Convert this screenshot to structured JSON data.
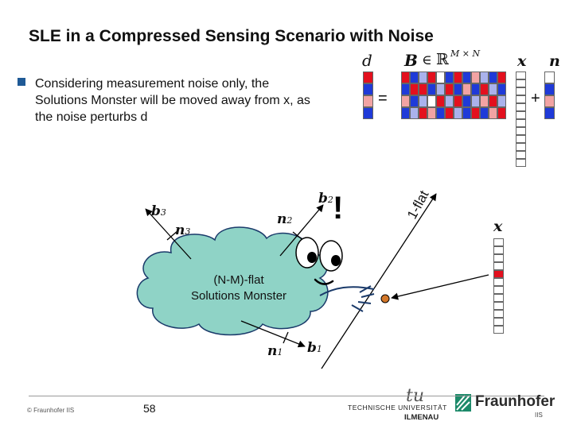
{
  "slide": {
    "title": "SLE in a Compressed Sensing Scenario with Noise",
    "bullet": "Considering measurement noise only, the Solutions Monster will be moved away from x, as the noise perturbs d",
    "page_number": "58",
    "copyright": "© Fraunhofer IIS"
  },
  "equation": {
    "d": "d",
    "equals": "=",
    "B": "B",
    "in": "∈",
    "R": "ℝ",
    "sup": "M × N",
    "dot": "·",
    "x": "x",
    "plus": "+",
    "n": "n"
  },
  "figure": {
    "b1": "b",
    "b1_sub": "1",
    "b2": "b",
    "b2_sub": "2",
    "b3": "b",
    "b3_sub": "3",
    "n1": "n",
    "n1_sub": "1",
    "n2": "n",
    "n2_sub": "2",
    "n3": "n",
    "n3_sub": "3",
    "x": "x",
    "exclamation": "!",
    "flat_label": "1-flat",
    "monster_line1": "(N-M)-flat",
    "monster_line2": "Solutions Monster"
  },
  "logos": {
    "tu_line1": "TECHNISCHE UNIVERSITÄT",
    "tu_line2": "ILMENAU",
    "fraunhofer": "Fraunhofer",
    "fraunhofer_sub": "IIS"
  },
  "colors": {
    "red": "#e3101e",
    "blue": "#1f3ad8",
    "light_red": "#f2a3a3",
    "light_blue": "#aab2ec",
    "cloud": "#8fd3c6",
    "accent": "#1f5a96",
    "fraunhofer_green": "#1d8a6a"
  },
  "matrices": {
    "d_column": [
      "red",
      "blue",
      "light_red",
      "blue"
    ],
    "B_rows": [
      [
        "red",
        "blue",
        "light_blue",
        "red",
        "white",
        "blue",
        "red",
        "blue",
        "light_red",
        "light_blue",
        "blue",
        "red"
      ],
      [
        "blue",
        "red",
        "red",
        "blue",
        "light_blue",
        "red",
        "blue",
        "light_red",
        "blue",
        "red",
        "light_blue",
        "blue"
      ],
      [
        "light_red",
        "blue",
        "light_blue",
        "white",
        "red",
        "light_blue",
        "red",
        "blue",
        "light_blue",
        "light_red",
        "red",
        "light_blue"
      ],
      [
        "blue",
        "light_blue",
        "red",
        "light_red",
        "blue",
        "red",
        "light_blue",
        "blue",
        "red",
        "blue",
        "light_red",
        "red"
      ]
    ],
    "x_top": [
      "white",
      "white",
      "white",
      "white",
      "white",
      "white",
      "white",
      "white",
      "white",
      "white",
      "white",
      "white"
    ],
    "n_column": [
      "white",
      "blue",
      "light_red",
      "blue"
    ],
    "x_bottom": [
      "white",
      "white",
      "white",
      "white",
      "red",
      "white",
      "white",
      "white",
      "white",
      "white",
      "white",
      "white"
    ]
  }
}
